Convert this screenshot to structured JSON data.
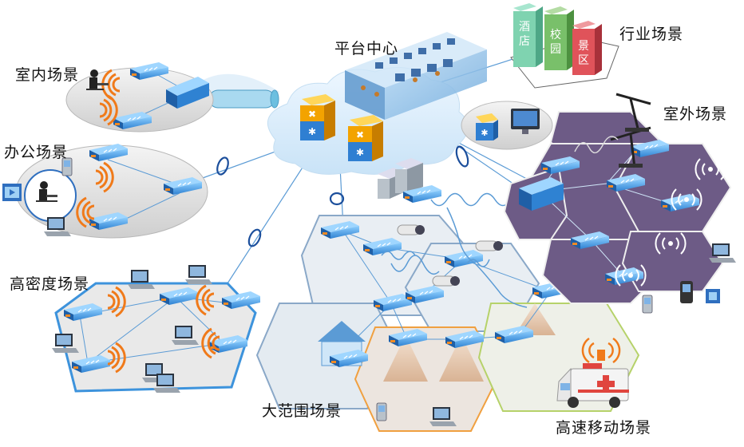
{
  "labels": {
    "platform": "平台中心",
    "industry": "行业场景",
    "indoor": "室内场景",
    "office": "办公场景",
    "outdoor": "室外场景",
    "high_density": "高密度场景",
    "wide_area": "大范围场景",
    "high_speed": "高速移动场景"
  },
  "industry_blocks": [
    {
      "text": "酒店",
      "color": "#7fd3b0"
    },
    {
      "text": "校园",
      "color": "#79c06a"
    },
    {
      "text": "景区",
      "color": "#e0535a"
    }
  ],
  "colors": {
    "ap_blue": "#3a8fd9",
    "ap_orange": "#f08a24",
    "wifi_orange": "#f07a1a",
    "cloud": "#d8ecf9",
    "outdoor_fill": "#6d5b86",
    "high_density_border": "#3d93dc",
    "wide_area_border": "#8aa8c8",
    "high_speed_border": "#f0a040",
    "mobile_border": "#b6d26a"
  },
  "icons": [
    "ap-icon",
    "wifi-signal-icon",
    "laptop-icon",
    "phone-icon",
    "camera-icon",
    "oil-pump-icon",
    "ambulance-icon",
    "house-icon",
    "server-icon",
    "monitor-icon",
    "person-icon"
  ]
}
